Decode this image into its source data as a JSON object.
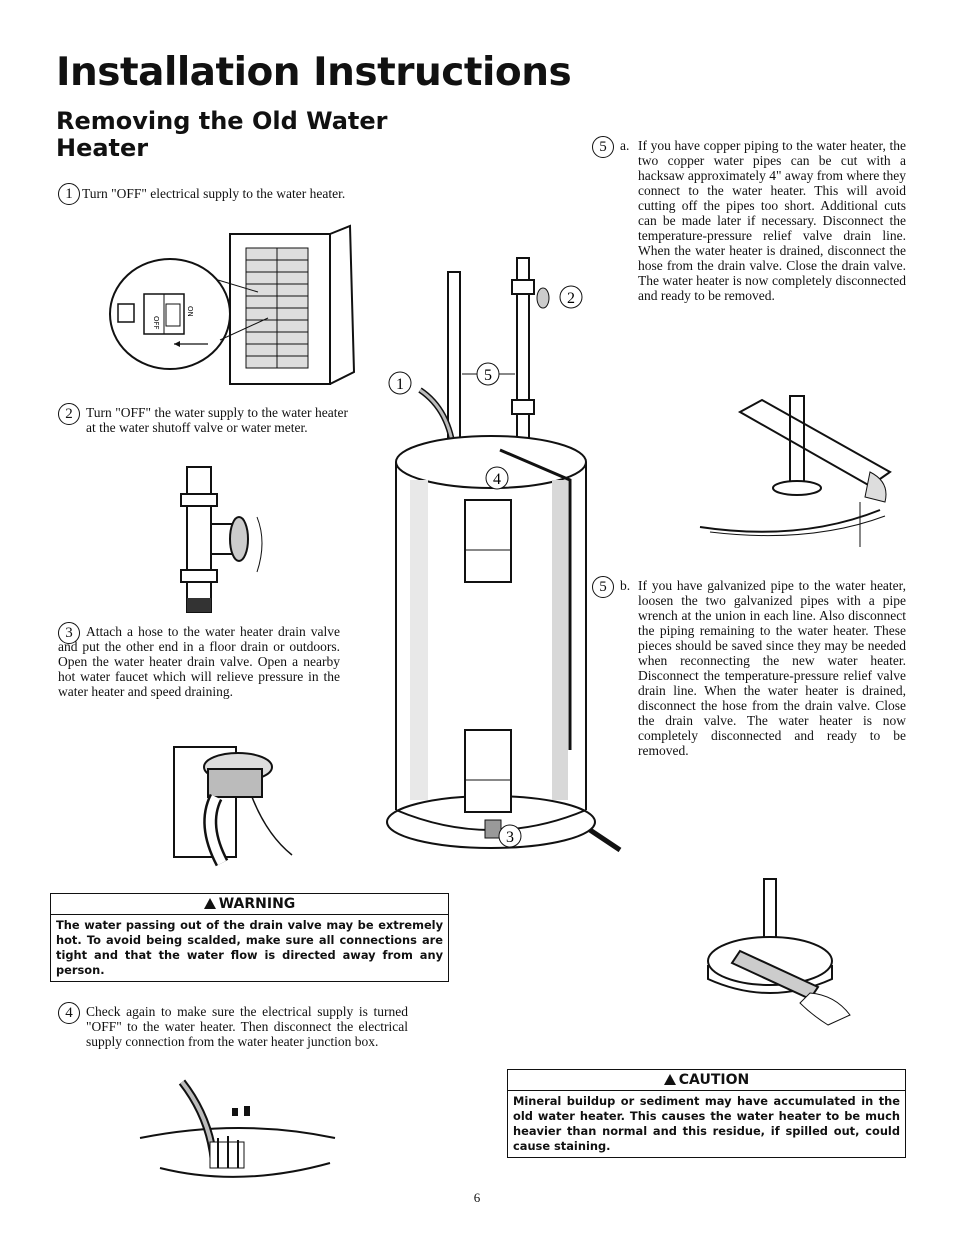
{
  "page": {
    "title": "Installation Instructions",
    "subtitle": "Removing the Old Water Heater",
    "page_number": "6"
  },
  "steps": {
    "s1": {
      "num": "1",
      "text": "Turn \"OFF\" electrical supply to the water heater."
    },
    "s2": {
      "num": "2",
      "text": "Turn \"OFF\" the water supply to the water heater at the water shutoff valve or water meter."
    },
    "s3": {
      "num": "3",
      "text": "Attach a hose to the water heater drain valve and put the other end in a floor drain or outdoors. Open the water heater drain valve. Open a nearby hot water faucet which will relieve pressure in the water heater and speed draining."
    },
    "s4": {
      "num": "4",
      "text": "Check again to make sure the electrical supply is turned \"OFF\" to the water heater. Then disconnect the electrical supply connection from the water heater junction box."
    },
    "s5a": {
      "num": "5",
      "letter": "a.",
      "text": "If you have copper piping to the water heater, the two copper water pipes can be cut with a hacksaw approximately 4\" away from where they connect to the water heater. This will avoid cutting off the pipes too short. Additional cuts can be made later if necessary. Disconnect the temperature-pressure relief valve drain line. When the water heater is drained, disconnect the hose from the drain valve. Close the drain valve. The water heater is now completely disconnected and ready to be removed."
    },
    "s5b": {
      "num": "5",
      "letter": "b.",
      "text": "If you have galvanized pipe to the water heater, loosen the two galvanized pipes with a pipe wrench at the union in each line. Also disconnect the piping remaining to the water heater. These pieces should be saved since they may be needed when reconnecting the new water heater. Disconnect the temperature-pressure relief valve drain line. When the water heater is drained, disconnect the hose from the drain valve. Close the drain valve. The water heater is now completely disconnected and ready to be removed."
    }
  },
  "warning": {
    "heading": "WARNING",
    "text": "The water passing out of the drain valve may be extremely hot. To avoid being scalded, make sure all connections are tight and that the water flow is directed away from any person."
  },
  "caution": {
    "heading": "CAUTION",
    "text": "Mineral buildup or sediment may have accumulated in the old water heater. This causes the water heater to be much heavier than normal and this residue, if spilled out, could cause staining."
  },
  "figure_labels": {
    "breaker_off": "OFF",
    "breaker_on": "ON",
    "callout_1": "1",
    "callout_2": "2",
    "callout_3": "3",
    "callout_4": "4",
    "callout_5": "5"
  },
  "colors": {
    "ink": "#111111",
    "paper": "#ffffff"
  }
}
